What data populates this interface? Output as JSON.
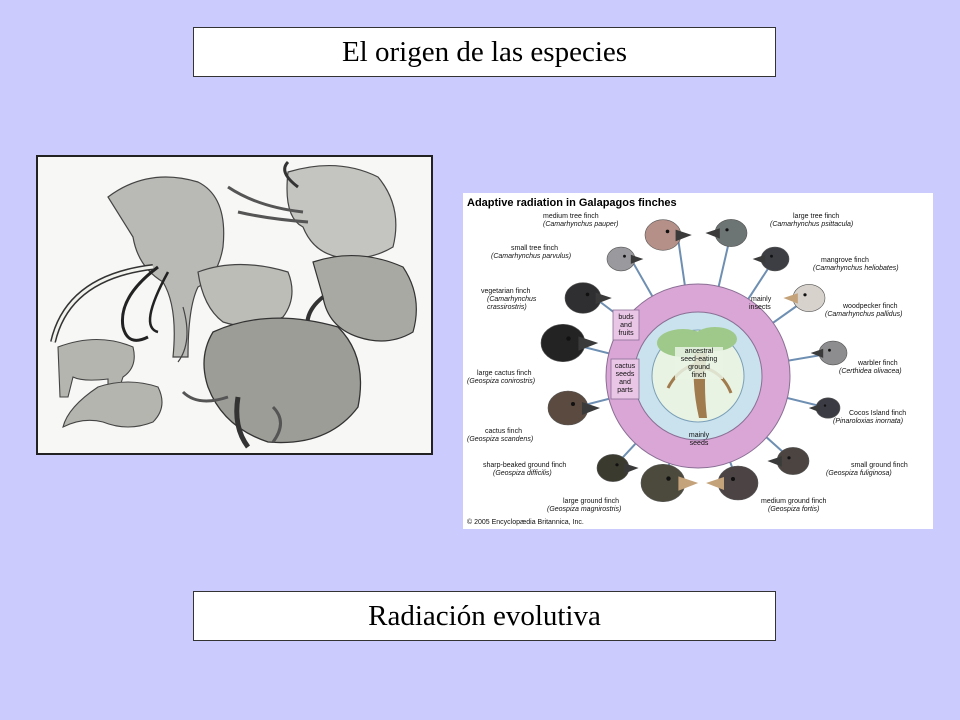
{
  "slide": {
    "title": "El origen de las especies",
    "footer": "Radiación evolutiva"
  },
  "figure": {
    "title": "Adaptive radiation in Galapagos finches",
    "copyright": "© 2005 Encyclopædia Britannica, Inc.",
    "center": [
      "ancestral",
      "seed-eating",
      "ground",
      "finch"
    ],
    "diets": {
      "insects": [
        "mainly",
        "insects"
      ],
      "buds": [
        "buds",
        "and",
        "fruits"
      ],
      "cactus": [
        "cactus",
        "seeds",
        "and",
        "parts"
      ],
      "seeds": [
        "mainly",
        "seeds"
      ]
    },
    "finches": [
      {
        "name": "medium tree finch",
        "sci": "(Camarhynchus pauper)"
      },
      {
        "name": "large tree finch",
        "sci": "(Camarhynchus psittacula)"
      },
      {
        "name": "small tree finch",
        "sci": "(Camarhynchus parvulus)"
      },
      {
        "name": "mangrove finch",
        "sci": "(Camarhynchus heliobates)"
      },
      {
        "name": "vegetarian finch",
        "sci": "(Camarhynchus",
        "sci2": "crassirostris)"
      },
      {
        "name": "woodpecker finch",
        "sci": "(Camarhynchus pallidus)"
      },
      {
        "name": "large cactus finch",
        "sci": "(Geospiza conirostris)"
      },
      {
        "name": "warbler finch",
        "sci": "(Certhidea olivacea)"
      },
      {
        "name": "cactus finch",
        "sci": "(Geospiza scandens)"
      },
      {
        "name": "Cocos Island finch",
        "sci": "(Pinaroloxias inornata)"
      },
      {
        "name": "sharp-beaked ground finch",
        "sci": "(Geospiza difficilis)"
      },
      {
        "name": "small ground finch",
        "sci": "(Geospiza fuliginosa)"
      },
      {
        "name": "large ground finch",
        "sci": "(Geospiza magnirostris)"
      },
      {
        "name": "medium ground finch",
        "sci": "(Geospiza fortis)"
      }
    ]
  },
  "colors": {
    "background": "#cccbfe",
    "ring": "#d9a6d6",
    "ring_inner": "#c9e2ee",
    "tree": "#9fc98a"
  },
  "icons": {
    "elephants_illustration": "elephant-sketch-icon"
  }
}
